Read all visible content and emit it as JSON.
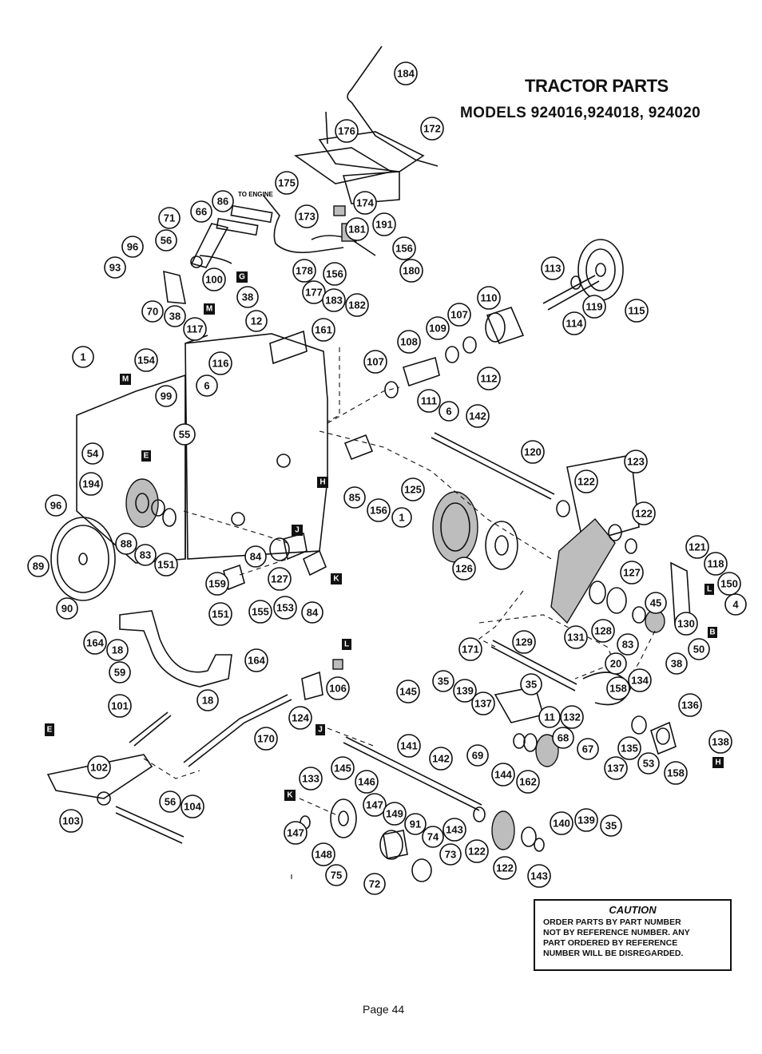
{
  "header": {
    "title": "TRACTOR PARTS",
    "models": "MODELS 924016,924018, 924020"
  },
  "diagram": {
    "engine_label": "TO ENGINE",
    "callouts": [
      {
        "id": "c184",
        "label": "184"
      },
      {
        "id": "c176",
        "label": "176"
      },
      {
        "id": "c172",
        "label": "172"
      },
      {
        "id": "c175",
        "label": "175"
      },
      {
        "id": "c174",
        "label": "174"
      },
      {
        "id": "c86",
        "label": "86"
      },
      {
        "id": "c66",
        "label": "66"
      },
      {
        "id": "c71",
        "label": "71"
      },
      {
        "id": "c173",
        "label": "173"
      },
      {
        "id": "c181",
        "label": "181"
      },
      {
        "id": "c191",
        "label": "191"
      },
      {
        "id": "c56a",
        "label": "56"
      },
      {
        "id": "c96a",
        "label": "96"
      },
      {
        "id": "c156a",
        "label": "156"
      },
      {
        "id": "c93",
        "label": "93"
      },
      {
        "id": "c180",
        "label": "180"
      },
      {
        "id": "c178",
        "label": "178"
      },
      {
        "id": "c156b",
        "label": "156"
      },
      {
        "id": "c100",
        "label": "100"
      },
      {
        "id": "c113",
        "label": "113"
      },
      {
        "id": "c177",
        "label": "177"
      },
      {
        "id": "c183",
        "label": "183"
      },
      {
        "id": "c182",
        "label": "182"
      },
      {
        "id": "c38a",
        "label": "38"
      },
      {
        "id": "c70",
        "label": "70"
      },
      {
        "id": "c38b",
        "label": "38"
      },
      {
        "id": "c12",
        "label": "12"
      },
      {
        "id": "c110",
        "label": "110"
      },
      {
        "id": "c119",
        "label": "119"
      },
      {
        "id": "c115",
        "label": "115"
      },
      {
        "id": "c114",
        "label": "114"
      },
      {
        "id": "c117",
        "label": "117"
      },
      {
        "id": "c161",
        "label": "161"
      },
      {
        "id": "c107a",
        "label": "107"
      },
      {
        "id": "c109",
        "label": "109"
      },
      {
        "id": "c108",
        "label": "108"
      },
      {
        "id": "c1a",
        "label": "1"
      },
      {
        "id": "c154",
        "label": "154"
      },
      {
        "id": "c116",
        "label": "116"
      },
      {
        "id": "c107b",
        "label": "107"
      },
      {
        "id": "c6a",
        "label": "6"
      },
      {
        "id": "c112",
        "label": "112"
      },
      {
        "id": "c99",
        "label": "99"
      },
      {
        "id": "c111",
        "label": "111"
      },
      {
        "id": "c6b",
        "label": "6"
      },
      {
        "id": "c142a",
        "label": "142"
      },
      {
        "id": "c55",
        "label": "55"
      },
      {
        "id": "c54",
        "label": "54"
      },
      {
        "id": "c120",
        "label": "120"
      },
      {
        "id": "c123",
        "label": "123"
      },
      {
        "id": "c194",
        "label": "194"
      },
      {
        "id": "c122a",
        "label": "122"
      },
      {
        "id": "c125",
        "label": "125"
      },
      {
        "id": "c96b",
        "label": "96"
      },
      {
        "id": "c85",
        "label": "85"
      },
      {
        "id": "c156c",
        "label": "156"
      },
      {
        "id": "c1b",
        "label": "1"
      },
      {
        "id": "c122b",
        "label": "122"
      },
      {
        "id": "c88",
        "label": "88"
      },
      {
        "id": "c121",
        "label": "121"
      },
      {
        "id": "c83a",
        "label": "83"
      },
      {
        "id": "c151a",
        "label": "151"
      },
      {
        "id": "c84a",
        "label": "84"
      },
      {
        "id": "c118",
        "label": "118"
      },
      {
        "id": "c89",
        "label": "89"
      },
      {
        "id": "c126",
        "label": "126"
      },
      {
        "id": "c127a",
        "label": "127"
      },
      {
        "id": "c150",
        "label": "150"
      },
      {
        "id": "c159",
        "label": "159"
      },
      {
        "id": "c127b",
        "label": "127"
      },
      {
        "id": "c4",
        "label": "4"
      },
      {
        "id": "c45",
        "label": "45"
      },
      {
        "id": "c90",
        "label": "90"
      },
      {
        "id": "c151b",
        "label": "151"
      },
      {
        "id": "c155",
        "label": "155"
      },
      {
        "id": "c153",
        "label": "153"
      },
      {
        "id": "c84b",
        "label": "84"
      },
      {
        "id": "c130",
        "label": "130"
      },
      {
        "id": "c128",
        "label": "128"
      },
      {
        "id": "c164a",
        "label": "164"
      },
      {
        "id": "c18a",
        "label": "18"
      },
      {
        "id": "c131",
        "label": "131"
      },
      {
        "id": "c83b",
        "label": "83"
      },
      {
        "id": "c50",
        "label": "50"
      },
      {
        "id": "c129",
        "label": "129"
      },
      {
        "id": "c171",
        "label": "171"
      },
      {
        "id": "c59",
        "label": "59"
      },
      {
        "id": "c164b",
        "label": "164"
      },
      {
        "id": "c38c",
        "label": "38"
      },
      {
        "id": "c20",
        "label": "20"
      },
      {
        "id": "c134",
        "label": "134"
      },
      {
        "id": "c35a",
        "label": "35"
      },
      {
        "id": "c35b",
        "label": "35"
      },
      {
        "id": "c106",
        "label": "106"
      },
      {
        "id": "c158a",
        "label": "158"
      },
      {
        "id": "c145a",
        "label": "145"
      },
      {
        "id": "c139a",
        "label": "139"
      },
      {
        "id": "c18b",
        "label": "18"
      },
      {
        "id": "c136",
        "label": "136"
      },
      {
        "id": "c101",
        "label": "101"
      },
      {
        "id": "c137a",
        "label": "137"
      },
      {
        "id": "c11",
        "label": "11"
      },
      {
        "id": "c132",
        "label": "132"
      },
      {
        "id": "c124",
        "label": "124"
      },
      {
        "id": "c170",
        "label": "170"
      },
      {
        "id": "c68",
        "label": "68"
      },
      {
        "id": "c141",
        "label": "141"
      },
      {
        "id": "c67",
        "label": "67"
      },
      {
        "id": "c135",
        "label": "135"
      },
      {
        "id": "c138",
        "label": "138"
      },
      {
        "id": "c69",
        "label": "69"
      },
      {
        "id": "c142b",
        "label": "142"
      },
      {
        "id": "c102",
        "label": "102"
      },
      {
        "id": "c53",
        "label": "53"
      },
      {
        "id": "c158b",
        "label": "158"
      },
      {
        "id": "c145b",
        "label": "145"
      },
      {
        "id": "c162",
        "label": "162"
      },
      {
        "id": "c137b",
        "label": "137"
      },
      {
        "id": "c144",
        "label": "144"
      },
      {
        "id": "c133",
        "label": "133"
      },
      {
        "id": "c146",
        "label": "146"
      },
      {
        "id": "c56b",
        "label": "56"
      },
      {
        "id": "c104",
        "label": "104"
      },
      {
        "id": "c147a",
        "label": "147"
      },
      {
        "id": "c149",
        "label": "149"
      },
      {
        "id": "c91",
        "label": "91"
      },
      {
        "id": "c140",
        "label": "140"
      },
      {
        "id": "c139b",
        "label": "139"
      },
      {
        "id": "c35c",
        "label": "35"
      },
      {
        "id": "c103",
        "label": "103"
      },
      {
        "id": "c147b",
        "label": "147"
      },
      {
        "id": "c143a",
        "label": "143"
      },
      {
        "id": "c74",
        "label": "74"
      },
      {
        "id": "c122c",
        "label": "122"
      },
      {
        "id": "c148",
        "label": "148"
      },
      {
        "id": "c73",
        "label": "73"
      },
      {
        "id": "c75",
        "label": "75"
      },
      {
        "id": "c72",
        "label": "72"
      },
      {
        "id": "c122d",
        "label": "122"
      },
      {
        "id": "c143b",
        "label": "143"
      }
    ],
    "tags": [
      {
        "id": "tG",
        "label": "G"
      },
      {
        "id": "tM1",
        "label": "M"
      },
      {
        "id": "tM2",
        "label": "M"
      },
      {
        "id": "tE1",
        "label": "E"
      },
      {
        "id": "tH1",
        "label": "H"
      },
      {
        "id": "tJ1",
        "label": "J"
      },
      {
        "id": "tK1",
        "label": "K"
      },
      {
        "id": "tL1",
        "label": "L"
      },
      {
        "id": "tB",
        "label": "B"
      },
      {
        "id": "tL2",
        "label": "L"
      },
      {
        "id": "tE2",
        "label": "E"
      },
      {
        "id": "tJ2",
        "label": "J"
      },
      {
        "id": "tH2",
        "label": "H"
      },
      {
        "id": "tK2",
        "label": "K"
      }
    ]
  },
  "caution": {
    "title": "CAUTION",
    "text": "ORDER PARTS BY PART NUMBER\nNOT BY REFERENCE NUMBER. ANY\nPART ORDERED BY REFERENCE\nNUMBER WILL BE DISREGARDED."
  },
  "footer": {
    "page": "Page 44"
  }
}
